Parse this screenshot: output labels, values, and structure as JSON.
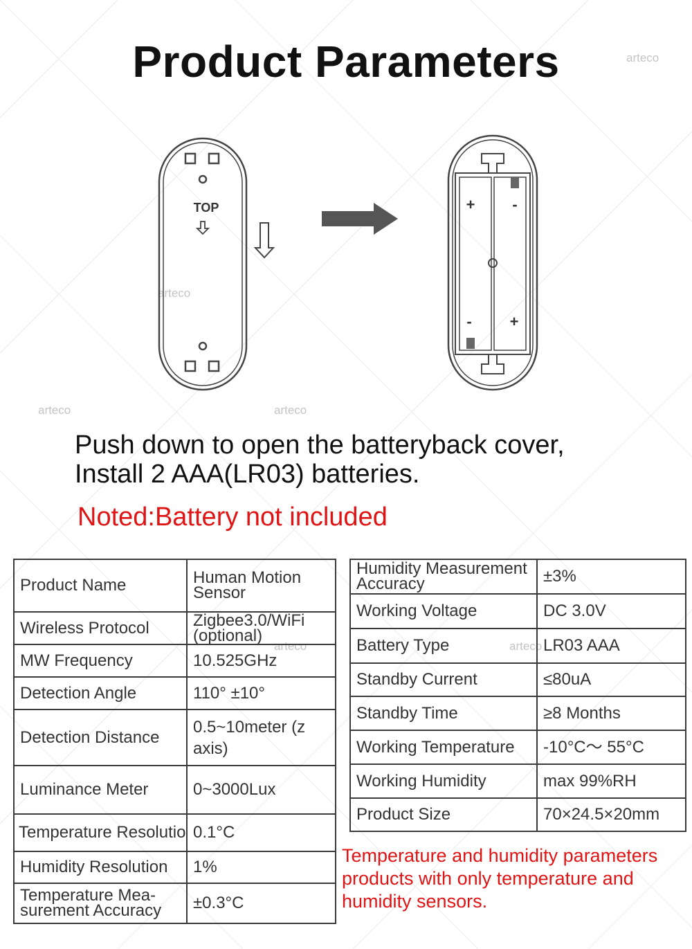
{
  "title": "Product Parameters",
  "illustration": {
    "device_label": "TOP"
  },
  "instruction": {
    "line1": "Push down to open the batteryback cover,",
    "line2": "Install 2 AAA(LR03) batteries."
  },
  "note": "Noted:Battery not included",
  "left_table": {
    "rows": [
      {
        "label": "Product Name",
        "value": "Human Motion Sensor"
      },
      {
        "label": "Wireless Protocol",
        "value": "Zigbee3.0/WiFi (optional)"
      },
      {
        "label": "MW Frequency",
        "value": "10.525GHz"
      },
      {
        "label": "Detection Angle",
        "value": "110° ±10°"
      },
      {
        "label": "Detection Distance",
        "value": "0.5~10meter (z axis)"
      },
      {
        "label": "Luminance Meter",
        "value": "0~3000Lux"
      },
      {
        "label": "Temperature Resolution",
        "value": "0.1°C"
      },
      {
        "label": "Humidity Resolution",
        "value": "1%"
      },
      {
        "label": "Temperature Mea-surement Accuracy",
        "value": "±0.3°C"
      }
    ]
  },
  "right_table": {
    "rows": [
      {
        "label": "Humidity Measurement Accuracy",
        "value": "±3%"
      },
      {
        "label": "Working Voltage",
        "value": "DC 3.0V"
      },
      {
        "label": "Battery Type",
        "value": "LR03  AAA"
      },
      {
        "label": "Standby Current",
        "value": "≤80uA"
      },
      {
        "label": "Standby Time",
        "value": "≥8 Months"
      },
      {
        "label": "Working Temperature",
        "value": "-10°C～ 55°C"
      },
      {
        "label": "Working Humidity",
        "value": "max 99%RH"
      },
      {
        "label": "Product Size",
        "value": "70×24.5×20mm"
      }
    ]
  },
  "footnote": {
    "line1": "Temperature and humidity parameters",
    "line2": "products with only temperature and",
    "line3": "humidity sensors."
  },
  "watermark": "arteco"
}
